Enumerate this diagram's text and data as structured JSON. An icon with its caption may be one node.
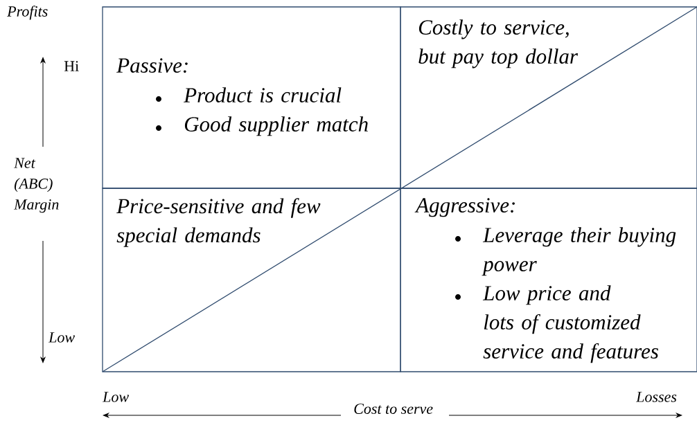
{
  "diagram": {
    "nodes": [
      {
        "text": [
          "Passive:",
          "Product is crucial",
          "Good supplier match"
        ]
      },
      {
        "text": [
          "Costly to service, but pay top dollar"
        ]
      },
      {
        "text": [
          "Price-sensitive and few special demands"
        ]
      },
      {
        "text": [
          "Aggressive:",
          "Leverage their buying power",
          "Low price and lots of customized service and features"
        ]
      }
    ],
    "edges": [],
    "labels": [
      "Profits",
      "Hi",
      "Net (ABC) Margin",
      "Low",
      "Low",
      "Losses",
      "Cost to serve"
    ]
  }
}
